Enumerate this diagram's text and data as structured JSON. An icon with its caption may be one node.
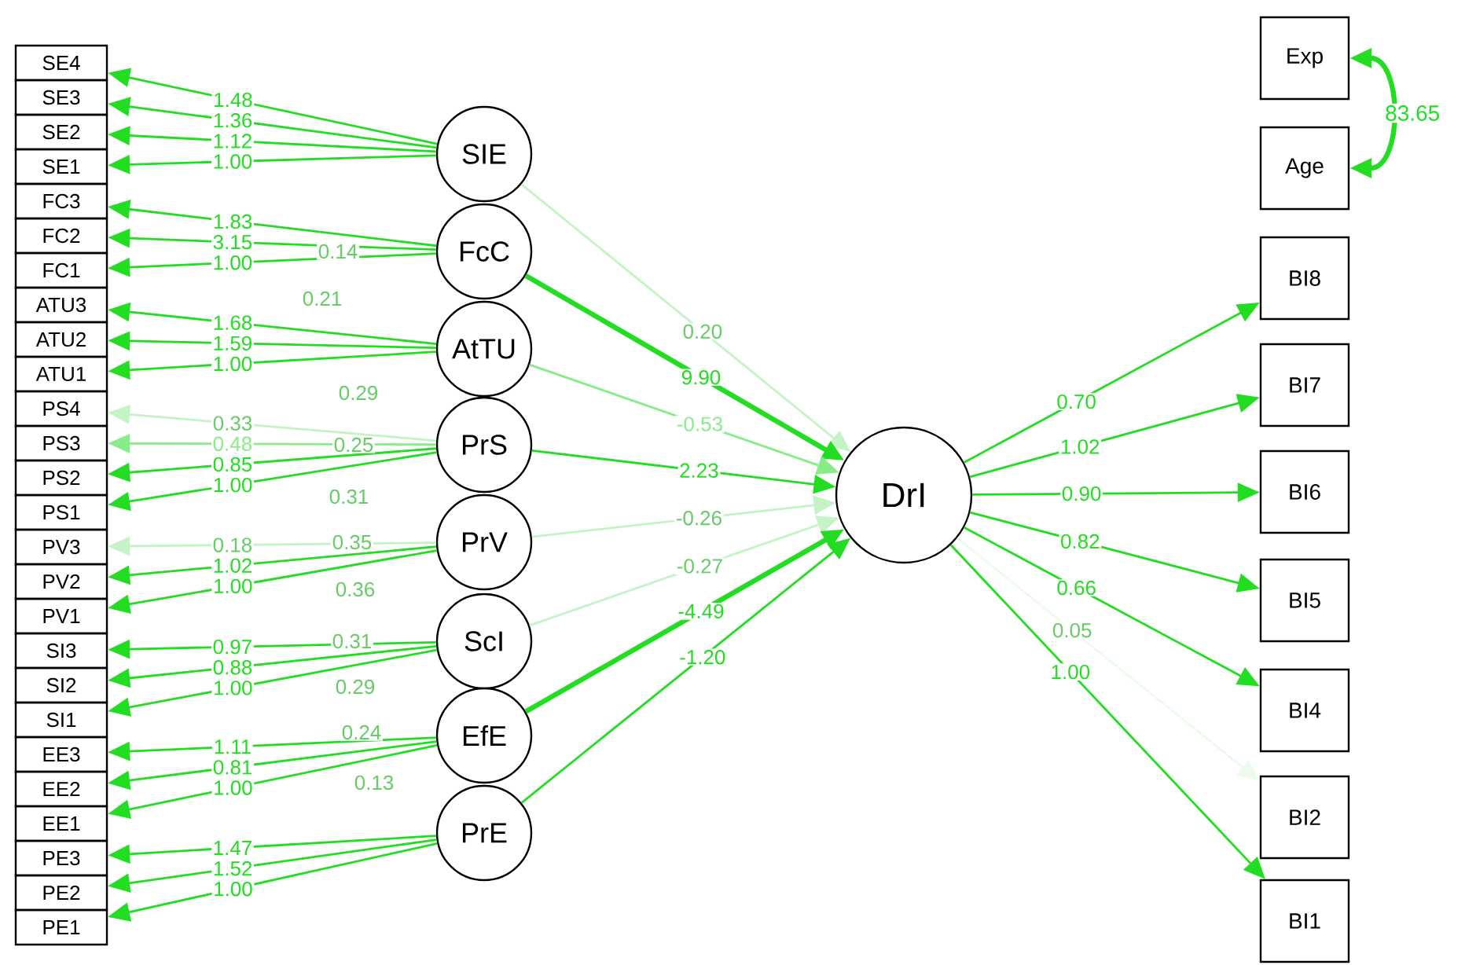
{
  "diagram": {
    "nodes": [
      {
        "text": [
          "SE4"
        ]
      },
      {
        "text": [
          "SE3"
        ]
      },
      {
        "text": [
          "SE2"
        ]
      },
      {
        "text": [
          "SE1"
        ]
      },
      {
        "text": [
          "FC3"
        ]
      },
      {
        "text": [
          "FC2"
        ]
      },
      {
        "text": [
          "FC1"
        ]
      },
      {
        "text": [
          "ATU3"
        ]
      },
      {
        "text": [
          "ATU2"
        ]
      },
      {
        "text": [
          "ATU1"
        ]
      },
      {
        "text": [
          "PS4"
        ]
      },
      {
        "text": [
          "PS3"
        ]
      },
      {
        "text": [
          "PS2"
        ]
      },
      {
        "text": [
          "PS1"
        ]
      },
      {
        "text": [
          "PV3"
        ]
      },
      {
        "text": [
          "PV2"
        ]
      },
      {
        "text": [
          "PV1"
        ]
      },
      {
        "text": [
          "SI3"
        ]
      },
      {
        "text": [
          "SI2"
        ]
      },
      {
        "text": [
          "SI1"
        ]
      },
      {
        "text": [
          "EE3"
        ]
      },
      {
        "text": [
          "EE2"
        ]
      },
      {
        "text": [
          "EE1"
        ]
      },
      {
        "text": [
          "PE3"
        ]
      },
      {
        "text": [
          "PE2"
        ]
      },
      {
        "text": [
          "PE1"
        ]
      },
      {
        "text": [
          "SIE"
        ]
      },
      {
        "text": [
          "FcC"
        ]
      },
      {
        "text": [
          "AtTU"
        ]
      },
      {
        "text": [
          "PrS"
        ]
      },
      {
        "text": [
          "PrV"
        ]
      },
      {
        "text": [
          "ScI"
        ]
      },
      {
        "text": [
          "EfE"
        ]
      },
      {
        "text": [
          "PrE"
        ]
      },
      {
        "text": [
          "DrI"
        ]
      },
      {
        "text": [
          "Exp"
        ]
      },
      {
        "text": [
          "Age"
        ]
      },
      {
        "text": [
          "BI8"
        ]
      },
      {
        "text": [
          "BI7"
        ]
      },
      {
        "text": [
          "BI6"
        ]
      },
      {
        "text": [
          "BI5"
        ]
      },
      {
        "text": [
          "BI4"
        ]
      },
      {
        "text": [
          "BI2"
        ]
      },
      {
        "text": [
          "BI1"
        ]
      }
    ],
    "edges": [
      {
        "from": 26,
        "to": 0,
        "arrow": "to",
        "label": "1.48"
      },
      {
        "from": 26,
        "to": 1,
        "arrow": "to",
        "label": "1.36"
      },
      {
        "from": 26,
        "to": 2,
        "arrow": "to",
        "label": "1.12"
      },
      {
        "from": 26,
        "to": 3,
        "arrow": "to",
        "label": "1.00"
      },
      {
        "from": 27,
        "to": 4,
        "arrow": "to",
        "label": "1.83"
      },
      {
        "from": 27,
        "to": 5,
        "arrow": "to",
        "label": "3.15"
      },
      {
        "from": 27,
        "to": 6,
        "arrow": "to",
        "label": "1.00"
      },
      {
        "from": 28,
        "to": 7,
        "arrow": "to",
        "label": "1.68"
      },
      {
        "from": 28,
        "to": 8,
        "arrow": "to",
        "label": "1.59"
      },
      {
        "from": 28,
        "to": 9,
        "arrow": "to",
        "label": "1.00"
      },
      {
        "from": 29,
        "to": 10,
        "arrow": "to",
        "label": "0.33",
        "color": "#c6f3c6"
      },
      {
        "from": 29,
        "to": 11,
        "arrow": "to",
        "label": "0.48",
        "color": "#88ec88"
      },
      {
        "from": 29,
        "to": 12,
        "arrow": "to",
        "label": "0.85"
      },
      {
        "from": 29,
        "to": 13,
        "arrow": "to",
        "label": "1.00"
      },
      {
        "from": 30,
        "to": 14,
        "arrow": "to",
        "label": "0.18",
        "color": "#c6f3c6"
      },
      {
        "from": 30,
        "to": 15,
        "arrow": "to",
        "label": "1.02"
      },
      {
        "from": 30,
        "to": 16,
        "arrow": "to",
        "label": "1.00"
      },
      {
        "from": 31,
        "to": 17,
        "arrow": "to",
        "label": "0.97"
      },
      {
        "from": 31,
        "to": 18,
        "arrow": "to",
        "label": "0.88"
      },
      {
        "from": 31,
        "to": 19,
        "arrow": "to",
        "label": "1.00"
      },
      {
        "from": 32,
        "to": 20,
        "arrow": "to",
        "label": "1.11"
      },
      {
        "from": 32,
        "to": 21,
        "arrow": "to",
        "label": "0.81"
      },
      {
        "from": 32,
        "to": 22,
        "arrow": "to",
        "label": "1.00"
      },
      {
        "from": 33,
        "to": 23,
        "arrow": "to",
        "label": "1.47"
      },
      {
        "from": 33,
        "to": 24,
        "arrow": "to",
        "label": "1.52"
      },
      {
        "from": 33,
        "to": 25,
        "arrow": "to",
        "label": "1.00"
      },
      {
        "from": 26,
        "to": 34,
        "arrow": "to",
        "label": "0.20",
        "color": "#c6f3c6"
      },
      {
        "from": 27,
        "to": 34,
        "arrow": "to",
        "label": "9.90",
        "style": "thick"
      },
      {
        "from": 28,
        "to": 34,
        "arrow": "to",
        "label": "-0.53",
        "color": "#88ec88"
      },
      {
        "from": 29,
        "to": 34,
        "arrow": "to",
        "label": "2.23"
      },
      {
        "from": 30,
        "to": 34,
        "arrow": "to",
        "label": "-0.26",
        "color": "#c6f3c6"
      },
      {
        "from": 31,
        "to": 34,
        "arrow": "to",
        "label": "-0.27",
        "color": "#c6f3c6"
      },
      {
        "from": 32,
        "to": 34,
        "arrow": "to",
        "label": "-4.49",
        "style": "thick"
      },
      {
        "from": 33,
        "to": 34,
        "arrow": "to",
        "label": "-1.20"
      },
      {
        "from": 34,
        "to": 37,
        "arrow": "to",
        "label": "0.70"
      },
      {
        "from": 34,
        "to": 38,
        "arrow": "to",
        "label": "1.02"
      },
      {
        "from": 34,
        "to": 39,
        "arrow": "to",
        "label": "0.90"
      },
      {
        "from": 34,
        "to": 40,
        "arrow": "to",
        "label": "0.82"
      },
      {
        "from": 34,
        "to": 41,
        "arrow": "to",
        "label": "0.66"
      },
      {
        "from": 34,
        "to": 42,
        "arrow": "to",
        "label": "0.05",
        "color": "#ecfbec"
      },
      {
        "from": 34,
        "to": 43,
        "arrow": "to",
        "label": "1.00"
      },
      {
        "from": 35,
        "to": 36,
        "arrow": "both",
        "label": "83.65",
        "style": "thick"
      }
    ],
    "labels": [
      "0.14",
      "0.21",
      "0.29",
      "0.25",
      "0.31",
      "0.35",
      "0.36",
      "0.31",
      "0.29",
      "0.24",
      "0.13"
    ]
  }
}
